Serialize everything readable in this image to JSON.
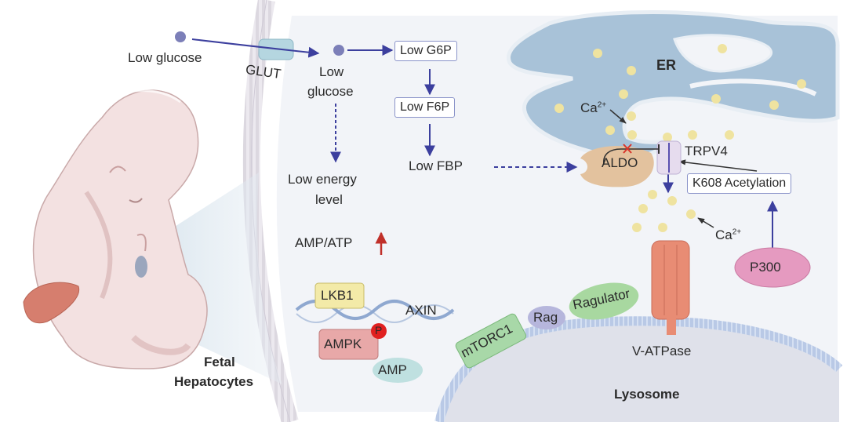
{
  "figure": {
    "title": "Fetal hepatocyte low-glucose sensing pathway",
    "colors": {
      "arrow": "#3c3f9e",
      "cell_bg": "#f2f4f8",
      "membrane": "#d9d4dc",
      "er_fill": "#a8c2d8",
      "calcium": "#efe3a0",
      "aldo": "#e3c29e",
      "lkb1": "#f3eaa8",
      "ampk": "#e8a8a8",
      "amp": "#bfe0e0",
      "mtorc1": "#a8d8a8",
      "rag": "#b6b6dc",
      "ragulator": "#a8d8a0",
      "vatpase": "#e88c74",
      "p300": "#e59ac0",
      "lysosome": "#dfe1ea",
      "inhibit_x": "#d9342b",
      "up_arrow": "#c0302a",
      "phospho": "#e02020"
    }
  },
  "labels": {
    "low_glucose_outside": "Low glucose",
    "glut": "GLUT",
    "low_glucose_inside_1": "Low",
    "low_glucose_inside_2": "glucose",
    "low_g6p": "Low G6P",
    "low_f6p": "Low F6P",
    "low_fbp": "Low FBP",
    "low_energy_1": "Low energy",
    "low_energy_2": "level",
    "amp_atp": "AMP/ATP",
    "er": "ER",
    "ca_er": "Ca",
    "ca_er_sup": "2+",
    "aldo": "ALDO",
    "trpv4": "TRPV4",
    "k608": "K608 Acetylation",
    "ca_cyto": "Ca",
    "ca_cyto_sup": "2+",
    "p300": "P300",
    "lkb1": "LKB1",
    "axin": "AXIN",
    "ampk": "AMPK",
    "p": "P",
    "amp": "AMP",
    "mtorc1": "mTORC1",
    "rag": "Rag",
    "ragulator": "Ragulator",
    "vatpase": "V-ATPase",
    "lysosome": "Lysosome",
    "fetal_1": "Fetal",
    "fetal_2": "Hepatocytes"
  }
}
